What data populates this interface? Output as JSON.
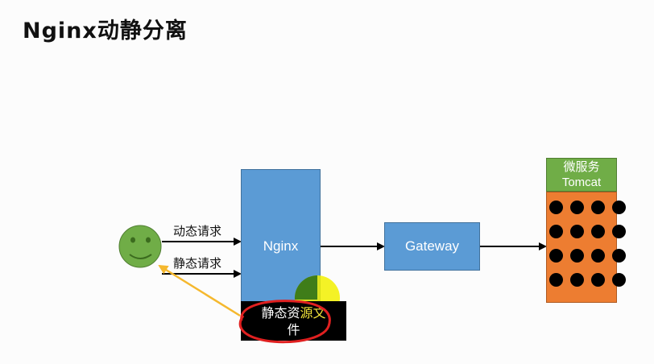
{
  "title": "Nginx动静分离",
  "edges": {
    "dynamic_request": "动态请求",
    "static_request": "静态请求"
  },
  "nodes": {
    "user": {
      "icon": "smiley-face-icon"
    },
    "nginx": {
      "label": "Nginx"
    },
    "gateway": {
      "label": "Gateway"
    },
    "static_resources": {
      "line1_part1": "静态资",
      "line1_part2": "源文",
      "line2": "件"
    },
    "microservice": {
      "line1": "微服务",
      "line2": "Tomcat"
    }
  },
  "colors": {
    "blue_box": "#5b9bd5",
    "green_header": "#70ad47",
    "orange_body": "#ed7d31",
    "annotation_circle": "#e02020",
    "annotation_arrow": "#f5b82e",
    "annotation_spot_green": "#3f7d19",
    "annotation_spot_yellow": "#f2f000"
  }
}
